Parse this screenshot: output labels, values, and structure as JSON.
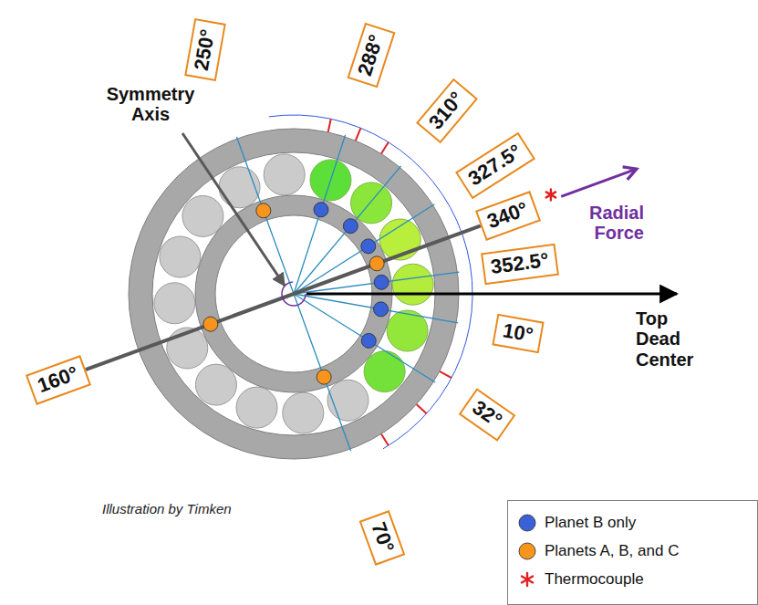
{
  "diagram": {
    "nodes": [
      {
        "text": [
          "250°"
        ]
      },
      {
        "text": [
          "288°"
        ]
      },
      {
        "text": [
          "310°"
        ]
      },
      {
        "text": [
          "327.5°"
        ]
      },
      {
        "text": [
          "340°"
        ]
      },
      {
        "text": [
          "352.5°"
        ]
      },
      {
        "text": [
          "10°"
        ]
      },
      {
        "text": [
          "32°"
        ]
      },
      {
        "text": [
          "70°"
        ]
      },
      {
        "text": [
          "160°"
        ]
      }
    ],
    "labels": [
      "Symmetry Axis",
      "Radial Force",
      "Top Dead Center",
      "Illustration by Timken"
    ],
    "legend": [
      {
        "text": "Planet B only",
        "color": "#3a62d6"
      },
      {
        "text": "Planets A, B, and C",
        "color": "#f7941d"
      },
      {
        "text": "Thermocouple"
      }
    ]
  }
}
